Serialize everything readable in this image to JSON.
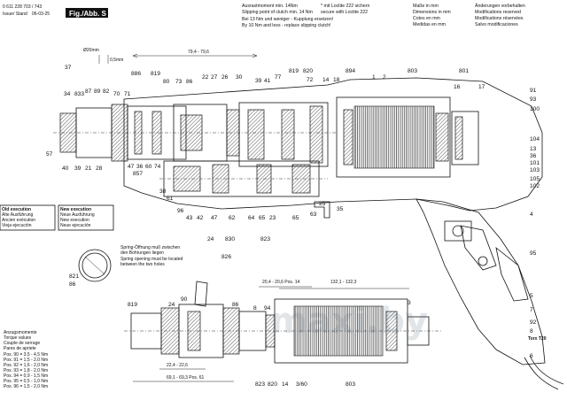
{
  "header": {
    "part_no": "0 611 228 703 / 743",
    "issue_label": "Issue/ Stand",
    "issue_date": "06-03-25",
    "fig_label": "Fig./Abb. S"
  },
  "notes_left": [
    "Ausrastmoment min. 14Nm",
    "Slipping point of clutch min. 14 Nm",
    "Bei 13 Nm und weniger - Kupplung ersetzen!",
    "By 10 Nm and less - replace slipping clutch!"
  ],
  "notes_loctite": [
    "* mit Loctite 222 sichern",
    "secure with Loctite 222"
  ],
  "notes_dims": [
    "Maße in mm",
    "Dimensions in mm",
    "Cotes en mm",
    "Medidas en mm"
  ],
  "notes_mods": [
    "Änderungen vorbehalten",
    "Modifications reserved",
    "Modifications réservées",
    "Salvo modificaciones"
  ],
  "dimensions": {
    "d20": "Ø20mm",
    "d05": "0,5mm",
    "d79": "79,4 - 79,6",
    "d20b": "20,4 - 20,6 Pos. 14",
    "d132": "132,1 - 132,3",
    "d22": "22,4 - 22,6",
    "d69": "69,1 - 69,3 Pos. 61"
  },
  "legend": {
    "execution_labels": [
      {
        "old": "Old execution",
        "new": "New execution"
      },
      {
        "old": "Alte Ausführung",
        "new": "Neue Ausführung"
      },
      {
        "old": "Ancien exécution",
        "new": "New execution"
      },
      {
        "old": "Vieja ejecución",
        "new": "Neue ejecución"
      }
    ]
  },
  "spring_note": [
    "Spring-Öffnung muß zwischen",
    "den Bohrungen liegen",
    "Spring opening must be located",
    "between the two holes"
  ],
  "torque_table": {
    "title": [
      "Anzugsmomente",
      "Torque values",
      "Couple de serrage",
      "Pares de apriete"
    ],
    "rows": [
      "Pos. 90 = 3,5 - 4,5 Nm",
      "Pos. 91 = 1,5 - 2,0 Nm",
      "Pos. 92 = 1,6 - 2,0 Nm",
      "Pos. 93 = 1,8 - 2,0 Nm",
      "Pos. 94 = 0,9 - 1,5 Nm",
      "Pos. 95 = 0,5 - 1,0 Nm",
      "Pos. 96 = 1,5 - 2,0 Nm"
    ]
  },
  "torx_label": "Torx T20",
  "watermark": "maxi.by",
  "callouts": {
    "top": [
      "37",
      "886",
      "819",
      "80",
      "73",
      "86",
      "22",
      "27",
      "26",
      "30",
      "39",
      "41",
      "77",
      "819",
      "820",
      "894",
      "1",
      "2",
      "803",
      "801",
      "17"
    ],
    "top2": [
      "34",
      "833",
      "87",
      "89",
      "82",
      "70",
      "71",
      "72",
      "14",
      "18",
      "16"
    ],
    "upper_left": [
      "57",
      "40",
      "39",
      "21",
      "28"
    ],
    "mid": [
      "47",
      "36",
      "60",
      "74",
      "857",
      "38",
      "61",
      "96",
      "43",
      "42",
      "47",
      "62",
      "64",
      "65",
      "23",
      "65",
      "63",
      "25",
      "35"
    ],
    "bottom": [
      "24",
      "830",
      "823",
      "826"
    ],
    "right": [
      "91",
      "93",
      "100",
      "104",
      "13",
      "36",
      "101",
      "103",
      "105",
      "102",
      "4"
    ],
    "right_lower": [
      "95",
      "5",
      "7",
      "92",
      "8",
      "6"
    ],
    "pos_labels": [
      "821",
      "86"
    ],
    "lower_assembly": [
      "819",
      "24",
      "90",
      "86",
      "8",
      "94",
      "823",
      "820",
      "14",
      "3/60",
      "803",
      "3"
    ]
  }
}
